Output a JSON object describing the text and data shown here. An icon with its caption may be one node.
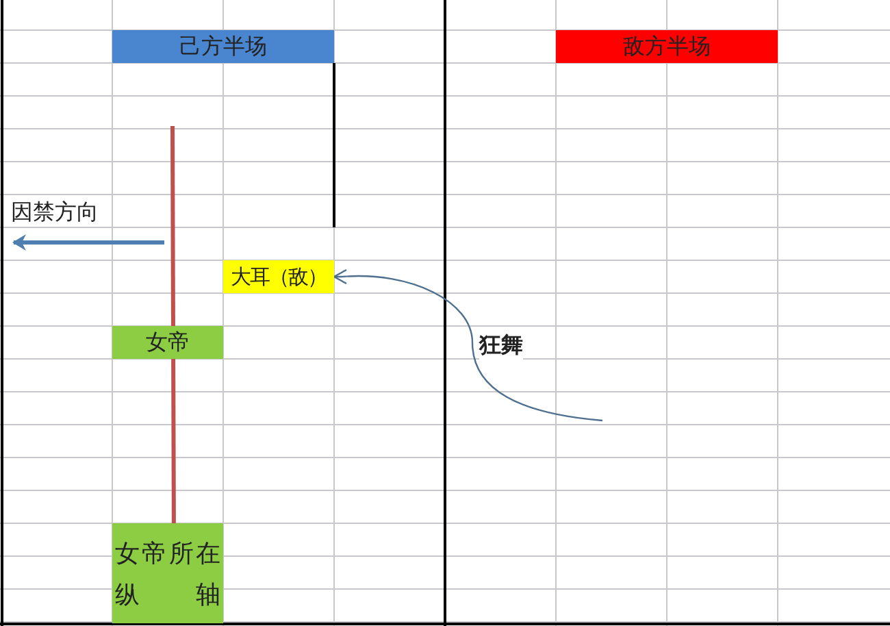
{
  "diagram": {
    "nodes": [
      {
        "text": [
          "己方半场"
        ]
      },
      {
        "text": [
          "敌方半场"
        ]
      },
      {
        "text": [
          "大耳（敌）"
        ]
      },
      {
        "text": [
          "女帝"
        ]
      },
      {
        "text": [
          "女帝所在纵轴"
        ]
      }
    ],
    "edges": [
      {
        "from": null,
        "to": 2,
        "arrow": "to",
        "label": "狂舞"
      }
    ],
    "labels": [
      "因禁方向"
    ]
  }
}
